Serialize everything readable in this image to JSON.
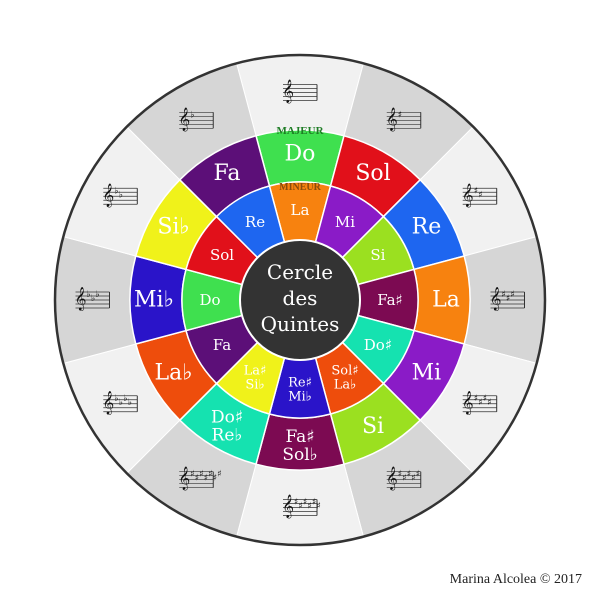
{
  "center": {
    "lines": [
      "Cercle",
      "des",
      "Quintes"
    ],
    "color": "#333333"
  },
  "ring_labels": {
    "major": "MAJEUR",
    "minor": "MINEUR"
  },
  "credit": "Marina Alcolea © 2017",
  "colors": {
    "outer_light": "#f1f1f1",
    "outer_dark": "#d6d6d6",
    "ring_border": "#333333"
  },
  "major_keys": [
    {
      "lines": [
        "Do"
      ],
      "color": "#3fe04f",
      "accidental": "",
      "count": 0
    },
    {
      "lines": [
        "Sol"
      ],
      "color": "#e1101a",
      "accidental": "♯",
      "count": 1
    },
    {
      "lines": [
        "Re"
      ],
      "color": "#1e66f0",
      "accidental": "♯",
      "count": 2
    },
    {
      "lines": [
        "La"
      ],
      "color": "#f7820f",
      "accidental": "♯",
      "count": 3
    },
    {
      "lines": [
        "Mi"
      ],
      "color": "#8a1bc7",
      "accidental": "♯",
      "count": 4
    },
    {
      "lines": [
        "Si"
      ],
      "color": "#9be020",
      "accidental": "♯",
      "count": 5
    },
    {
      "lines": [
        "Fa♯",
        "Sol♭"
      ],
      "color": "#7c0a52",
      "accidental": "♯♭",
      "count": 6
    },
    {
      "lines": [
        "Do♯",
        "Re♭"
      ],
      "color": "#15e2b0",
      "accidental": "♯♭",
      "count": 7
    },
    {
      "lines": [
        "La♭"
      ],
      "color": "#ee4d0c",
      "accidental": "♭",
      "count": 4
    },
    {
      "lines": [
        "Mi♭"
      ],
      "color": "#2a14c9",
      "accidental": "♭",
      "count": 3
    },
    {
      "lines": [
        "Si♭"
      ],
      "color": "#f0f21a",
      "accidental": "♭",
      "count": 2
    },
    {
      "lines": [
        "Fa"
      ],
      "color": "#5c0f78",
      "accidental": "♭",
      "count": 1
    }
  ],
  "minor_keys": [
    {
      "lines": [
        "La"
      ],
      "color": "#f7820f"
    },
    {
      "lines": [
        "Mi"
      ],
      "color": "#8a1bc7"
    },
    {
      "lines": [
        "Si"
      ],
      "color": "#9be020"
    },
    {
      "lines": [
        "Fa♯"
      ],
      "color": "#7c0a52"
    },
    {
      "lines": [
        "Do♯"
      ],
      "color": "#15e2b0"
    },
    {
      "lines": [
        "Sol♯",
        "La♭"
      ],
      "color": "#ee4d0c"
    },
    {
      "lines": [
        "Re♯",
        "Mi♭"
      ],
      "color": "#2a14c9"
    },
    {
      "lines": [
        "La♯",
        "Si♭"
      ],
      "color": "#f0f21a"
    },
    {
      "lines": [
        "Fa"
      ],
      "color": "#5c0f78"
    },
    {
      "lines": [
        "Do"
      ],
      "color": "#3fe04f"
    },
    {
      "lines": [
        "Sol"
      ],
      "color": "#e1101a"
    },
    {
      "lines": [
        "Re"
      ],
      "color": "#1e66f0"
    }
  ]
}
